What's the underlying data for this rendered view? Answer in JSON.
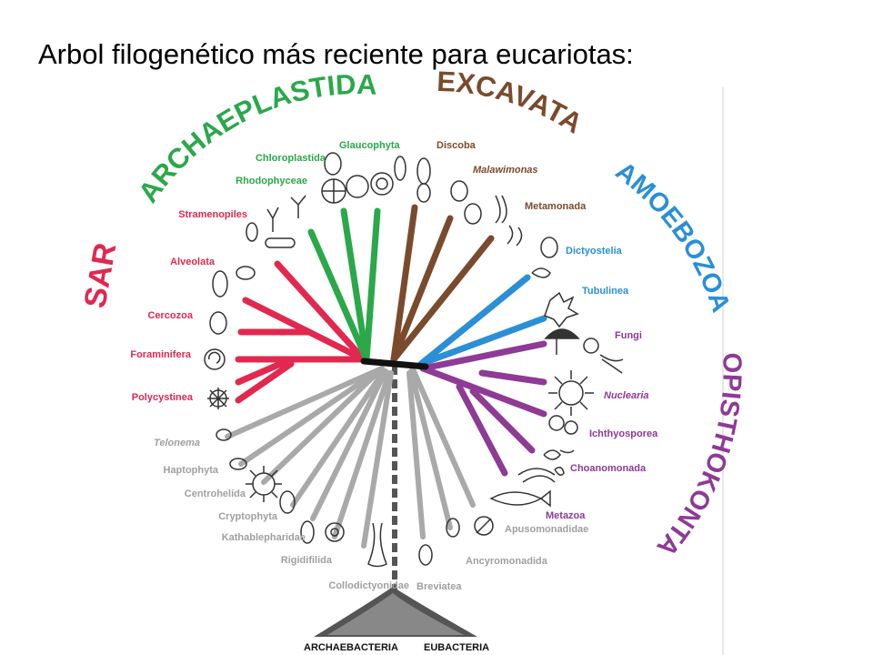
{
  "title": "Arbol filogenético más reciente para eucariotas:",
  "colors": {
    "sar": "#e2284f",
    "archaeplastida": "#2aa84a",
    "excavata": "#7b4a2d",
    "amoebozoa": "#2a8fd6",
    "opisthokonta": "#8e3a96",
    "other": "#a9a9a9",
    "root": "#111111"
  },
  "supergroups": {
    "sar": "SAR",
    "archaeplastida": "ARCHAEPLASTIDA",
    "excavata": "EXCAVATA",
    "amoebozoa": "AMOEBOZOA",
    "opisthokonta": "OPISTHOKONTA"
  },
  "taxa": {
    "polycystinea": "Polycystinea",
    "foraminifera": "Foraminifera",
    "cercozoa": "Cercozoa",
    "alveolata": "Alveolata",
    "stramenopiles": "Stramenopiles",
    "rhodophyceae": "Rhodophyceae",
    "chloroplastida": "Chloroplastida",
    "glaucophyta": "Glaucophyta",
    "discoba": "Discoba",
    "malawimonas": "Malawimonas",
    "metamonada": "Metamonada",
    "dictyostelia": "Dictyostelia",
    "tubulinea": "Tubulinea",
    "fungi": "Fungi",
    "nuclearia": "Nuclearia",
    "ichthyosporea": "Ichthyosporea",
    "choanomonada": "Choanomonada",
    "metazoa": "Metazoa",
    "apusomonadidae": "Apusomonadidae",
    "ancyromonadida": "Ancyromonadida",
    "breviatea": "Breviatea",
    "collodictyonidae": "Collodictyonidae",
    "rigidifilida": "Rigidifilida",
    "kathablepharidae": "Kathablepharidae",
    "cryptophyta": "Cryptophyta",
    "centrohelida": "Centrohelida",
    "haptophyta": "Haptophyta",
    "telonema": "Telonema"
  },
  "base": {
    "archaebacteria": "ARCHAEBACTERIA",
    "eubacteria": "EUBACTERIA"
  }
}
